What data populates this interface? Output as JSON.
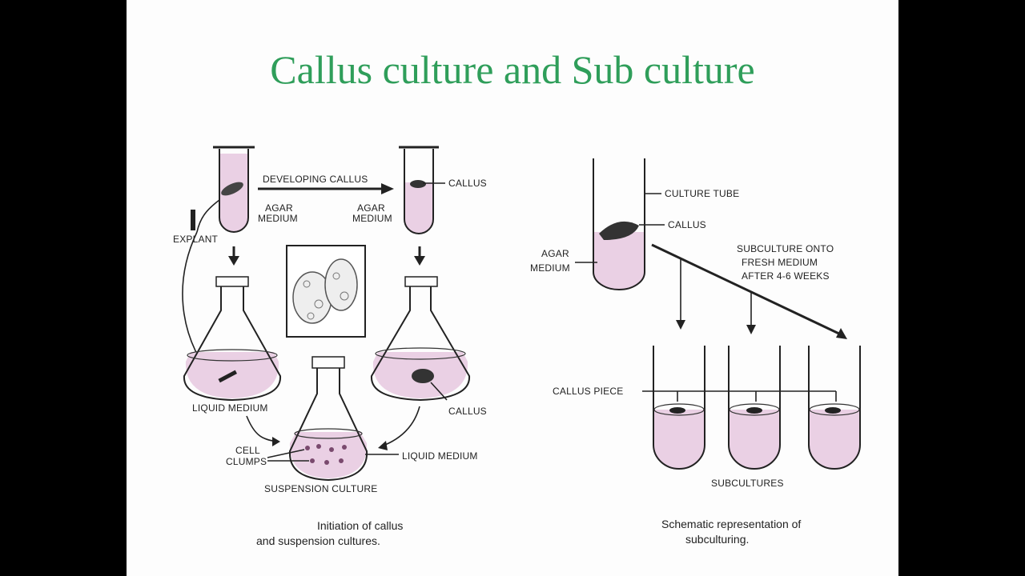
{
  "title": "Callus culture and Sub culture",
  "left": {
    "developing_callus": "DEVELOPING CALLUS",
    "callus_top": "CALLUS",
    "agar_left_1": "AGAR",
    "agar_left_2": "MEDIUM",
    "agar_right_1": "AGAR",
    "agar_right_2": "MEDIUM",
    "explant": "EXPLANT",
    "liquid_medium_left": "LIQUID MEDIUM",
    "callus_flask": "CALLUS",
    "cell_1": "CELL",
    "cell_2": "CLUMPS",
    "liquid_medium_bottom": "LIQUID MEDIUM",
    "suspension_culture": "SUSPENSION CULTURE",
    "caption_1": "Initiation of callus",
    "caption_2": "and suspension cultures."
  },
  "right": {
    "culture_tube": "CULTURE TUBE",
    "callus": "CALLUS",
    "agar_1": "AGAR",
    "agar_2": "MEDIUM",
    "subculture_1": "SUBCULTURE ONTO",
    "subculture_2": "FRESH MEDIUM",
    "subculture_3": "AFTER 4-6 WEEKS",
    "callus_piece": "CALLUS PIECE",
    "subcultures": "SUBCULTURES",
    "caption_1": "Schematic representation of",
    "caption_2": "subculturing."
  },
  "colors": {
    "title": "#2f9e5a",
    "medium": "#ead0e4",
    "slide_bg": "#fdfdfd"
  }
}
